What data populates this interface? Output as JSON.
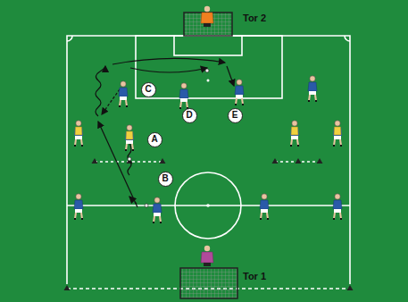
{
  "diagram": {
    "nodes": [
      {
        "text": [
          "C"
        ]
      },
      {
        "text": [
          "D"
        ]
      },
      {
        "text": [
          "E"
        ]
      },
      {
        "text": [
          "A"
        ]
      },
      {
        "text": [
          "B"
        ]
      }
    ],
    "labels": [
      "Tor 2",
      "Tor 1"
    ]
  }
}
